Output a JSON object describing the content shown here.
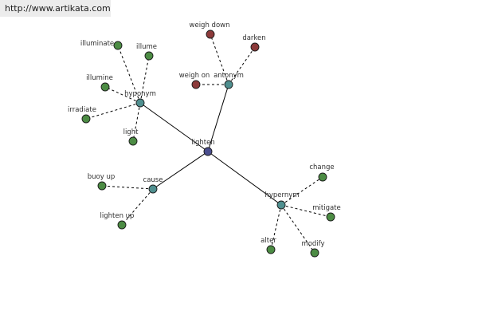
{
  "banner": {
    "url_text": "http://www.artikata.com"
  },
  "colors": {
    "center": "#4a4e8e",
    "relation": "#4f8f8f",
    "leaf_green": "#4c8c44",
    "leaf_red": "#8c3a3a"
  },
  "graph": {
    "center": {
      "id": "lighten",
      "label": "lighten"
    },
    "relations": [
      {
        "id": "antonym",
        "label": "antonym",
        "leaves": [
          {
            "id": "weigh-down",
            "label": "weigh down"
          },
          {
            "id": "darken",
            "label": "darken"
          },
          {
            "id": "weigh-on",
            "label": "weigh on"
          }
        ]
      },
      {
        "id": "hyponym",
        "label": "hyponym",
        "leaves": [
          {
            "id": "illuminate",
            "label": "illuminate"
          },
          {
            "id": "illume",
            "label": "illume"
          },
          {
            "id": "illumine",
            "label": "illumine"
          },
          {
            "id": "irradiate",
            "label": "irradiate"
          },
          {
            "id": "light",
            "label": "light"
          }
        ]
      },
      {
        "id": "cause",
        "label": "cause",
        "leaves": [
          {
            "id": "buoy-up",
            "label": "buoy up"
          },
          {
            "id": "lighten-up",
            "label": "lighten up"
          }
        ]
      },
      {
        "id": "hypernym",
        "label": "hypernym",
        "leaves": [
          {
            "id": "change",
            "label": "change"
          },
          {
            "id": "mitigate",
            "label": "mitigate"
          },
          {
            "id": "alter",
            "label": "alter"
          },
          {
            "id": "modify",
            "label": "modify"
          }
        ]
      }
    ]
  }
}
